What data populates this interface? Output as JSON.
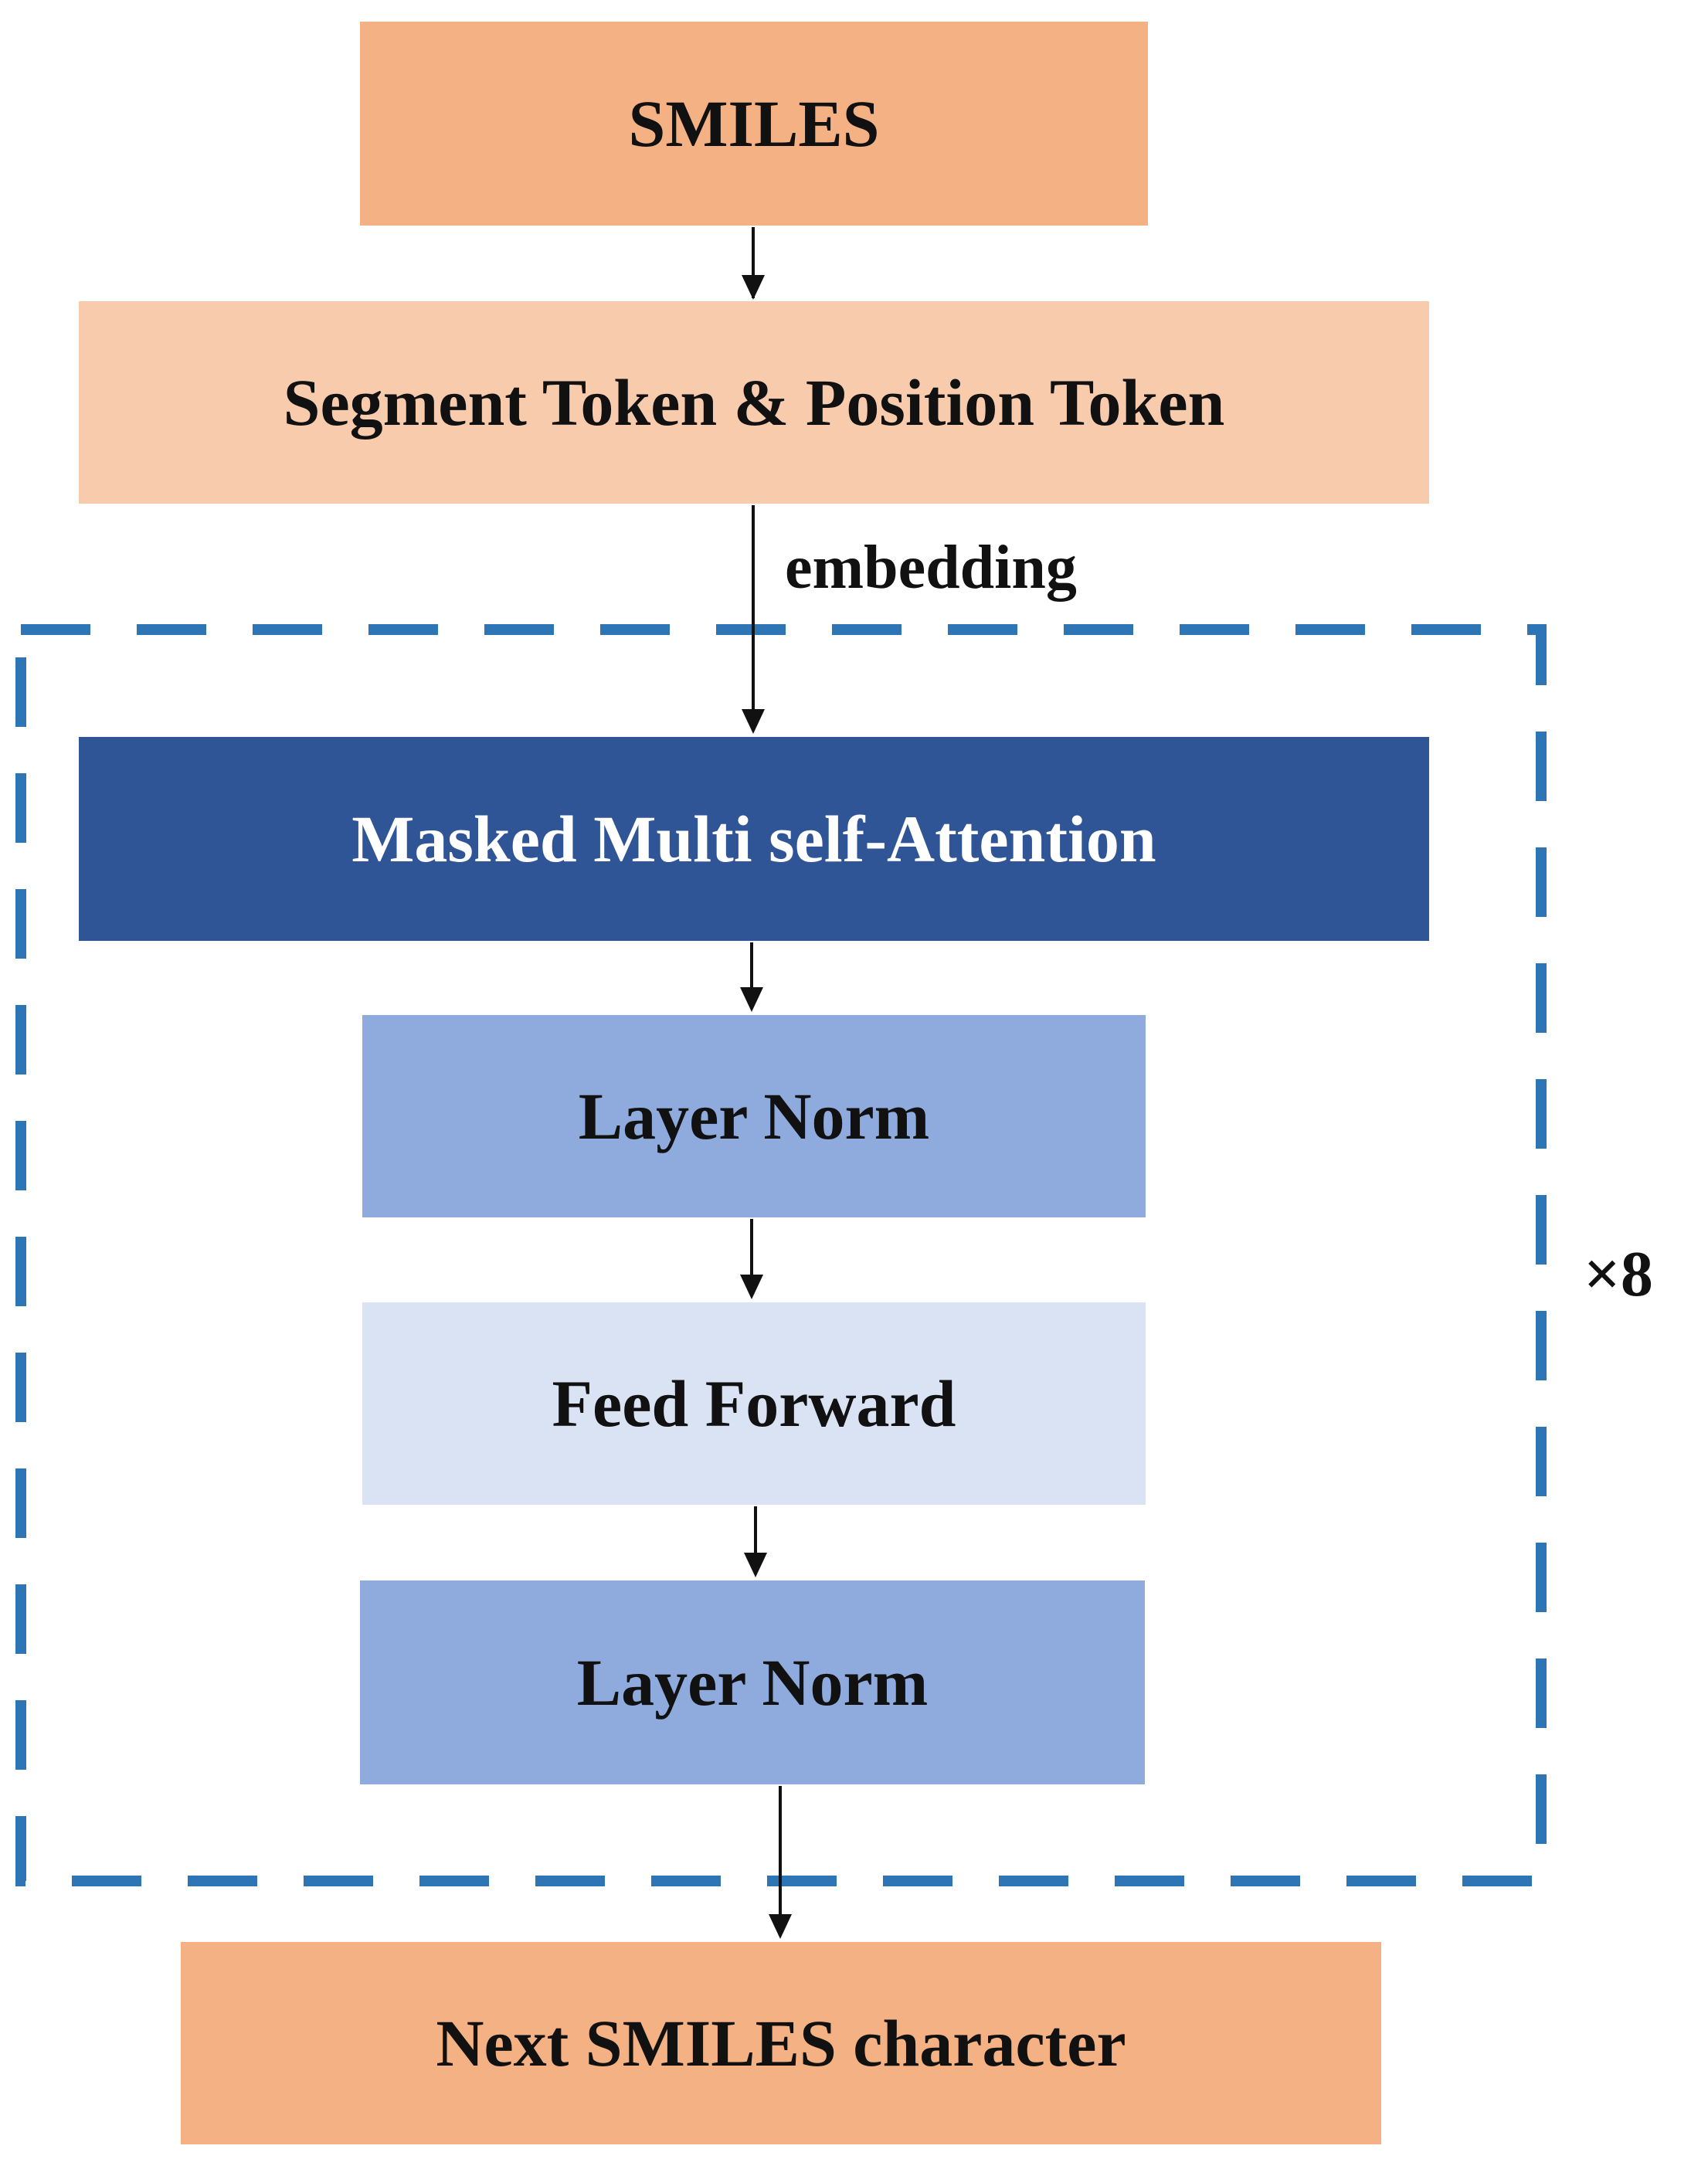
{
  "diagram": {
    "nodes": {
      "smiles": {
        "label": "SMILES",
        "color": "#F4B183"
      },
      "token": {
        "label": "Segment Token & Position Token",
        "color": "#F8CBAD"
      },
      "attention": {
        "label": "Masked Multi self-Attention",
        "color": "#2F5597"
      },
      "layer_norm_1": {
        "label": "Layer Norm",
        "color": "#8FAADC"
      },
      "feed_forward": {
        "label": "Feed Forward",
        "color": "#DAE3F3"
      },
      "layer_norm_2": {
        "label": "Layer Norm",
        "color": "#8FAADC"
      },
      "next": {
        "label": "Next SMILES character",
        "color": "#F4B183"
      }
    },
    "edges": [
      {
        "from": "smiles",
        "to": "token",
        "label": ""
      },
      {
        "from": "token",
        "to": "attention",
        "label": "embedding"
      },
      {
        "from": "attention",
        "to": "layer_norm_1",
        "label": ""
      },
      {
        "from": "layer_norm_1",
        "to": "feed_forward",
        "label": ""
      },
      {
        "from": "feed_forward",
        "to": "layer_norm_2",
        "label": ""
      },
      {
        "from": "layer_norm_2",
        "to": "next",
        "label": ""
      }
    ],
    "repeat_block": {
      "label": "×8",
      "members": [
        "attention",
        "layer_norm_1",
        "feed_forward",
        "layer_norm_2"
      ],
      "border_color": "#2E75B6",
      "border_style": "dashed"
    }
  }
}
